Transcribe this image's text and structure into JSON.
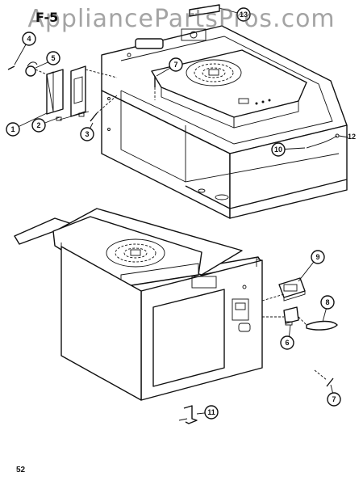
{
  "watermark": "AppliancePartsPros.com",
  "figure_label": "F-5",
  "page_number": "52",
  "callouts": [
    "1",
    "2",
    "3",
    "4",
    "5",
    "6",
    "7",
    "8",
    "9",
    "10",
    "11",
    "12",
    "13"
  ]
}
